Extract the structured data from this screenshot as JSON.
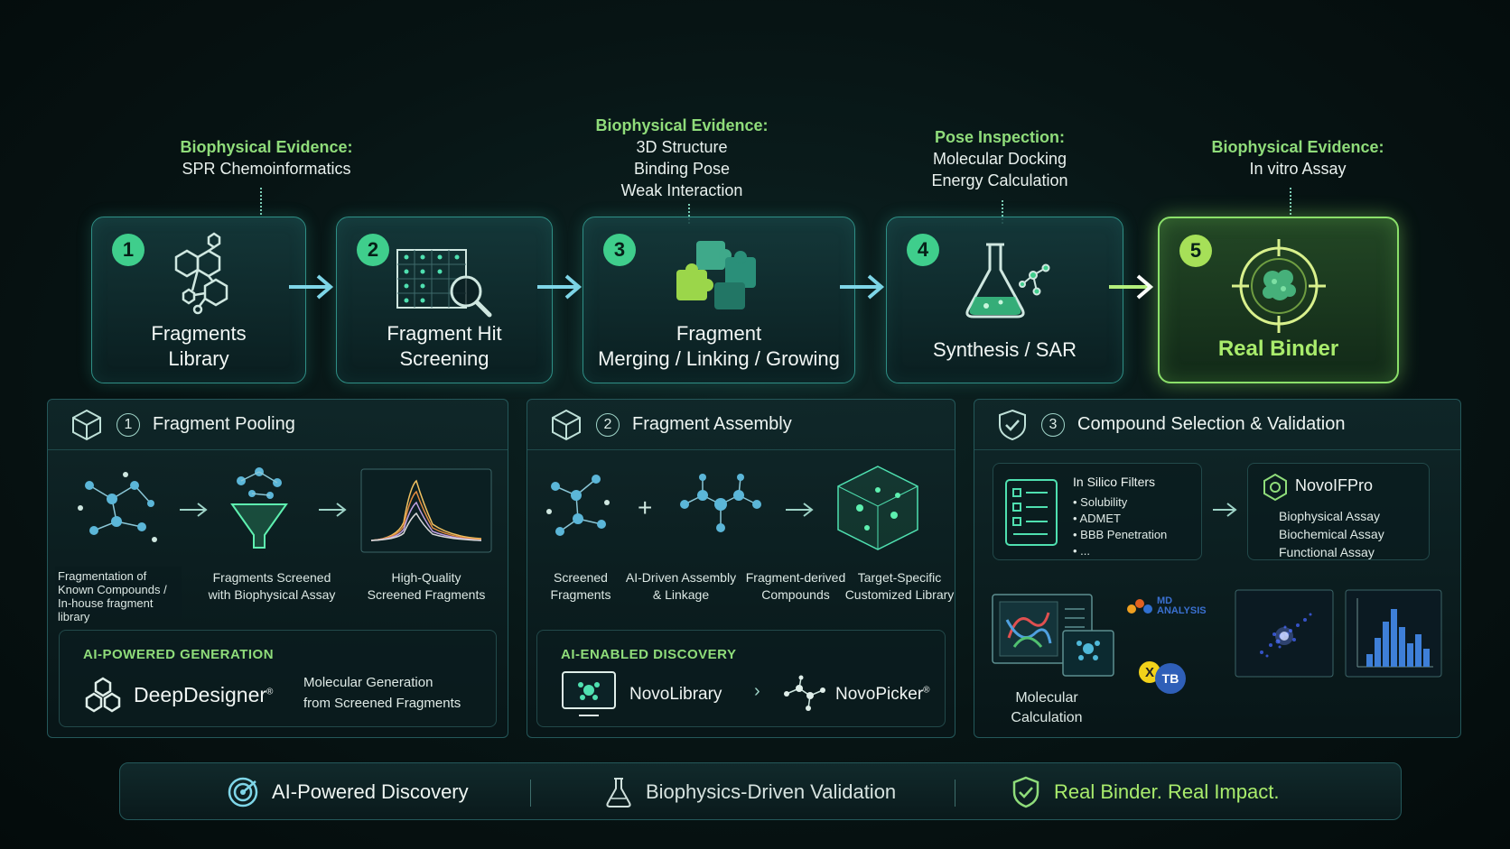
{
  "evidence": [
    {
      "head": "Biophysical Evidence:",
      "lines": [
        "SPR Chemoinformatics"
      ]
    },
    {
      "head": "Biophysical Evidence:",
      "lines": [
        "3D Structure",
        "Binding Pose",
        "Weak Interaction"
      ]
    },
    {
      "head": "Pose Inspection:",
      "lines": [
        "Molecular Docking",
        "Energy Calculation"
      ]
    },
    {
      "head": "Biophysical Evidence:",
      "lines": [
        "In vitro Assay"
      ]
    }
  ],
  "steps": [
    {
      "num": "1",
      "label_1": "Fragments",
      "label_2": "Library",
      "icon": "hexagon-molecule-icon"
    },
    {
      "num": "2",
      "label_1": "Fragment Hit",
      "label_2": "Screening",
      "icon": "screening-grid-magnifier-icon"
    },
    {
      "num": "3",
      "label_1": "Fragment",
      "label_2": "Merging / Linking / Growing",
      "icon": "puzzle-pieces-icon"
    },
    {
      "num": "4",
      "label_1": "Synthesis / SAR",
      "label_2": "",
      "icon": "flask-molecule-icon"
    },
    {
      "num": "5",
      "label_1": "Real Binder",
      "label_2": "",
      "icon": "target-protein-icon"
    }
  ],
  "panels": {
    "pooling": {
      "num": "1",
      "title": "Fragment Pooling",
      "items": [
        {
          "caption": [
            "Fragmentation of",
            "Known Compounds /",
            "In-house fragment",
            "library"
          ]
        },
        {
          "caption": [
            "Fragments Screened",
            "with Biophysical Assay"
          ]
        },
        {
          "caption": [
            "High-Quality",
            "Screened Fragments"
          ]
        }
      ],
      "ai_tag": "AI-POWERED GENERATION",
      "brand": "DeepDesigner",
      "brand_mark": "®",
      "desc": [
        "Molecular Generation",
        "from Screened Fragments"
      ]
    },
    "assembly": {
      "num": "2",
      "title": "Fragment Assembly",
      "items": [
        {
          "caption": [
            "Screened",
            "Fragments"
          ]
        },
        {
          "caption": [
            "AI-Driven Assembly",
            "& Linkage"
          ]
        },
        {
          "caption": [
            "Fragment-derived",
            "Compounds"
          ]
        },
        {
          "caption": [
            "Target-Specific",
            "Customized Library"
          ]
        }
      ],
      "ai_tag": "AI-ENABLED DISCOVERY",
      "brand_1": "NovoLibrary",
      "brand_2": "NovoPicker",
      "brand_mark": "®"
    },
    "selection": {
      "num": "3",
      "title": "Compound Selection & Validation",
      "filters_title": "In Silico Filters",
      "filters": [
        "Solubility",
        "ADMET",
        "BBB Penetration",
        "..."
      ],
      "novo_title": "NovoIFPro",
      "assays": [
        "Biophysical Assay",
        "Biochemical Assay",
        "Functional Assay"
      ],
      "md_logo": "MD ANALYSIS",
      "calc_caption": [
        "Molecular",
        "Calculation"
      ],
      "xtb_x": "X",
      "xtb_tb": "TB"
    }
  },
  "footer": [
    {
      "label": "AI-Powered Discovery",
      "icon": "target-spiral-icon"
    },
    {
      "label": "Biophysics-Driven Validation",
      "icon": "flask-icon"
    },
    {
      "label": "Real Binder. Real Impact.",
      "icon": "shield-check-icon"
    }
  ],
  "colors": {
    "accent_green": "#8fdc7a",
    "teal": "#3fce8c",
    "final_green": "#a6e058"
  }
}
